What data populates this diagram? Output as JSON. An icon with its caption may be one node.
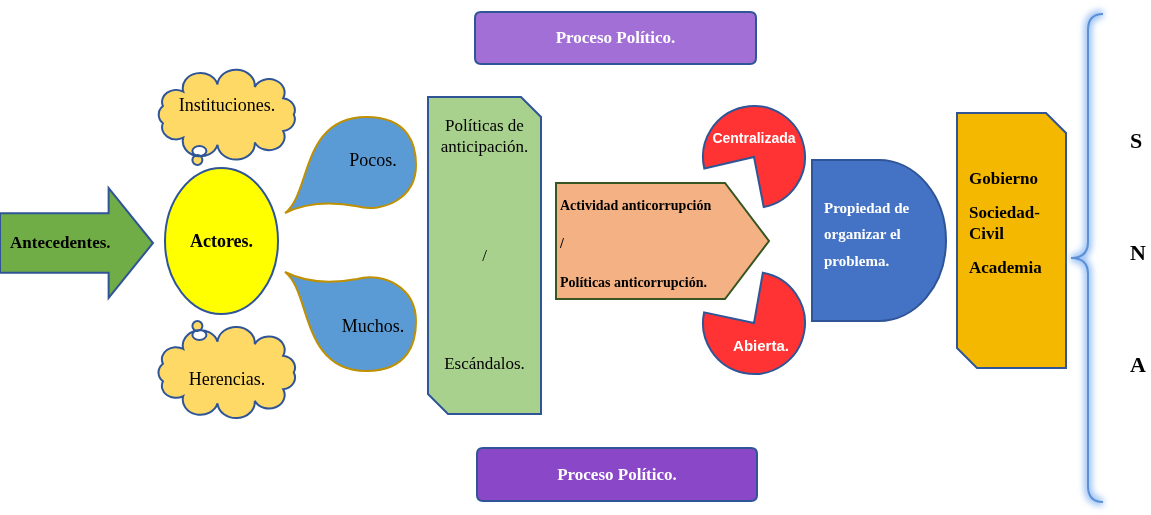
{
  "diagram": {
    "nodes": [
      {
        "text": [
          "Proceso Político."
        ]
      },
      {
        "text": [
          "Antecedentes."
        ]
      },
      {
        "text": [
          "Instituciones."
        ]
      },
      {
        "text": [
          "Actores."
        ]
      },
      {
        "text": [
          "Herencias."
        ]
      },
      {
        "text": [
          "Pocos."
        ]
      },
      {
        "text": [
          "Muchos."
        ]
      },
      {
        "text": [
          "Políticas de anticipación.",
          "/",
          "Escándalos."
        ]
      },
      {
        "text": [
          "Actividad anticorrupción",
          "/",
          "Políticas anticorrupción."
        ]
      },
      {
        "text": [
          "Centralizada"
        ]
      },
      {
        "text": [
          "Abierta."
        ]
      },
      {
        "text": [
          "Propiedad de organizar el problema."
        ]
      },
      {
        "text": [
          "Gobierno",
          "Sociedad- Civil",
          "Academia"
        ]
      },
      {
        "text": [
          "Proceso Político."
        ]
      }
    ],
    "labels": [
      "S",
      "N",
      "A"
    ]
  }
}
